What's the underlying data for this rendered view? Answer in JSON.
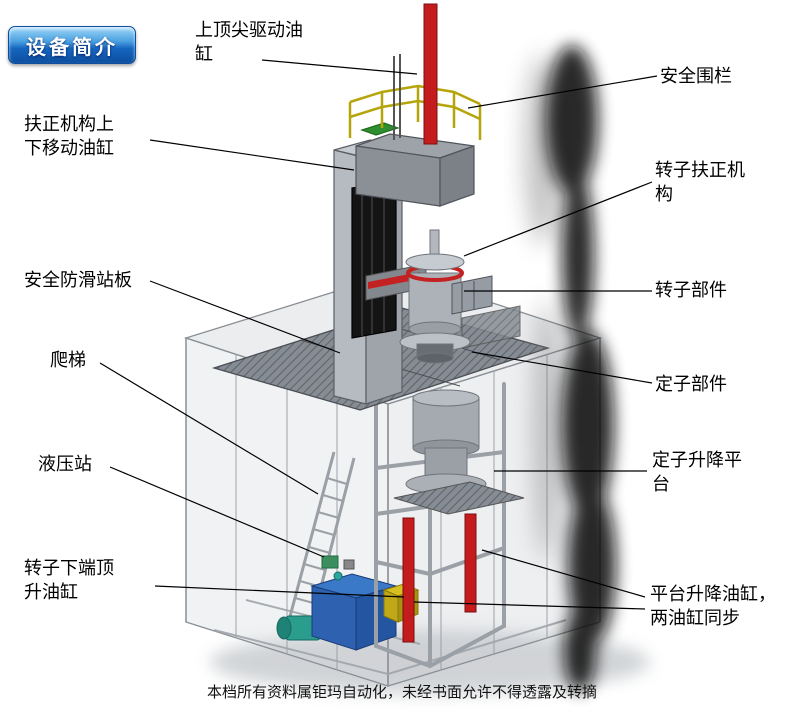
{
  "badge": {
    "label": "设备简介"
  },
  "callouts": {
    "top_drive_cylinder": "上顶尖驱动油缸",
    "safety_fence": "安全围栏",
    "centering_lift_cylinder": "扶正机构上下移动油缸",
    "rotor_centering_mechanism": "转子扶正机构",
    "antislip_platform": "安全防滑站板",
    "rotor_component": "转子部件",
    "ladder": "爬梯",
    "stator_component": "定子部件",
    "hydraulic_station": "液压站",
    "stator_lift_platform": "定子升降平台",
    "rotor_bottom_jack_cylinder": "转子下端顶升油缸",
    "platform_lift_cylinders": "平台升降油缸，两油缸同步"
  },
  "footer": {
    "notice": "本档所有资料属钜玛自动化，未经书面允许不得透露及转摘"
  },
  "colors": {
    "badge_blue": "#1565c0",
    "cylinder_red": "#c41c1c",
    "railing_yellow": "#b5a50a",
    "hydraulic_blue": "#2e62b0",
    "structure_gray": "#a8adb3"
  }
}
